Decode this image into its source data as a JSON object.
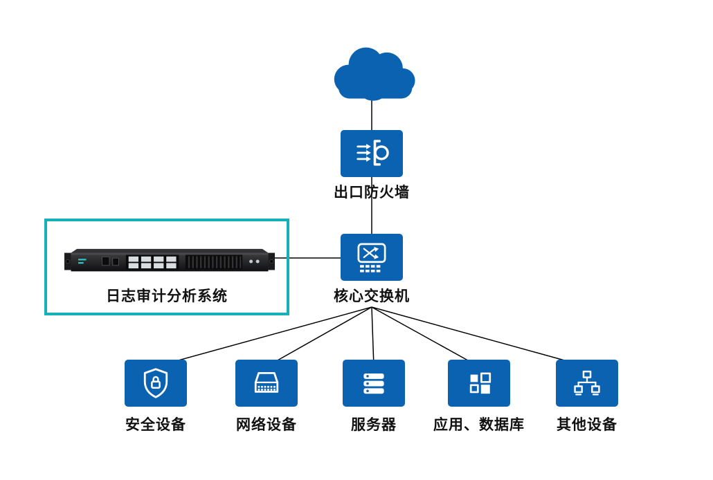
{
  "colors": {
    "node_blue": "#0b62b1",
    "highlight_teal": "#14b1b6",
    "wire_black": "#000000",
    "label_text": "#111111"
  },
  "nodes": {
    "internet_cloud": {
      "icon": "cloud-icon"
    },
    "firewall": {
      "icon": "firewall-icon",
      "label": "出口防火墙"
    },
    "core_switch": {
      "icon": "switch-icon",
      "label": "核心交换机"
    },
    "log_audit_system": {
      "icon": "rack-appliance-image",
      "label": "日志审计分析系统",
      "highlighted": true
    }
  },
  "devices": [
    {
      "icon": "shield-lock-icon",
      "label": "安全设备"
    },
    {
      "icon": "network-device-icon",
      "label": "网络设备"
    },
    {
      "icon": "server-stack-icon",
      "label": "服务器"
    },
    {
      "icon": "apps-database-icon",
      "label": "应用、数据库"
    },
    {
      "icon": "other-devices-icon",
      "label": "其他设备"
    }
  ]
}
